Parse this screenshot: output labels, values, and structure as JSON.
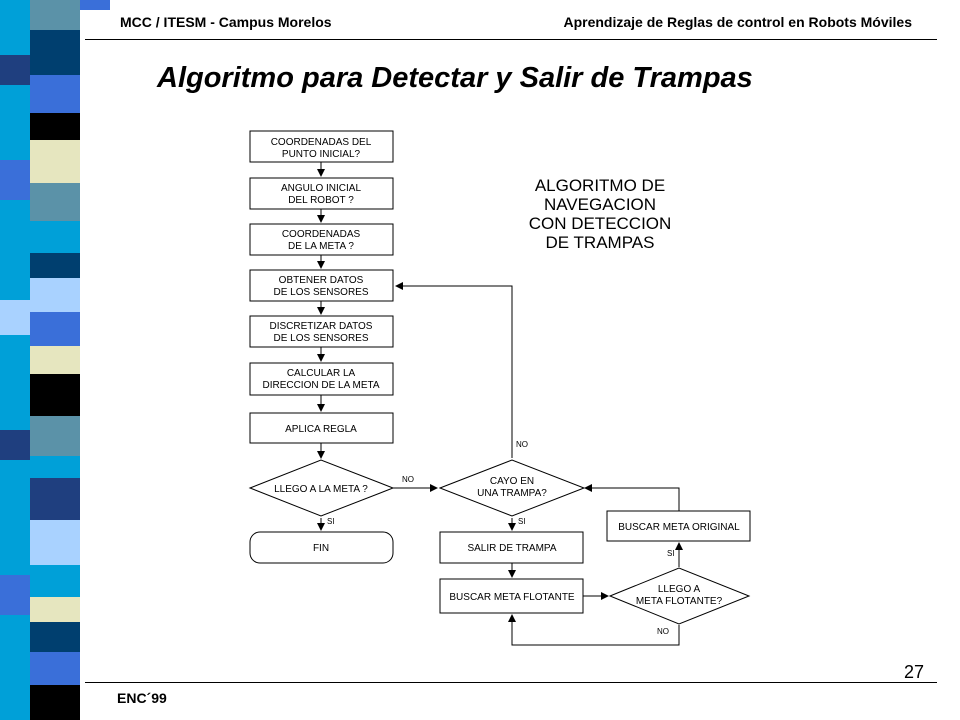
{
  "header": {
    "left": "MCC / ITESM - Campus Morelos",
    "right": "Aprendizaje de Reglas de control en Robots Móviles"
  },
  "title": "Algoritmo para Detectar y Salir de Trampas",
  "flowchart": {
    "side_title": [
      "ALGORITMO DE",
      "NAVEGACION",
      "CON DETECCION",
      "DE TRAMPAS"
    ],
    "nodes": {
      "coord_inicial": [
        "COORDENADAS DEL",
        "PUNTO INICIAL?"
      ],
      "angulo_inicial": [
        "ANGULO INICIAL",
        "DEL ROBOT ?"
      ],
      "coord_meta": [
        "COORDENADAS",
        "DE LA META ?"
      ],
      "obtener_datos": [
        "OBTENER DATOS",
        "DE LOS SENSORES"
      ],
      "discretizar": [
        "DISCRETIZAR DATOS",
        "DE LOS SENSORES"
      ],
      "calcular": [
        "CALCULAR LA",
        "DIRECCION DE LA META"
      ],
      "aplica_regla": [
        "APLICA REGLA"
      ],
      "llego_meta": [
        "LLEGO A LA META ?"
      ],
      "fin": [
        "FIN"
      ],
      "cayo_trampa": [
        "CAYO EN",
        "UNA TRAMPA?"
      ],
      "salir_trampa": [
        "SALIR DE TRAMPA"
      ],
      "buscar_flotante": [
        "BUSCAR META FLOTANTE"
      ],
      "llego_flotante": [
        "LLEGO A",
        "META FLOTANTE?"
      ],
      "buscar_original": [
        "BUSCAR META ORIGINAL"
      ]
    },
    "labels": {
      "no_1": "NO",
      "si_1": "SI",
      "no_2": "NO",
      "si_2": "SI",
      "si_3": "SI",
      "no_3": "NO"
    }
  },
  "footer": {
    "left": "ENC´99",
    "page_number": "27"
  },
  "colors": {
    "strip": [
      "#1f3f7f",
      "#3a6fd9",
      "#000000",
      "#e6e6bf",
      "#5b92a8",
      "#00a0d8",
      "#a9d2ff",
      "#003f6f",
      "#ffffff"
    ]
  }
}
